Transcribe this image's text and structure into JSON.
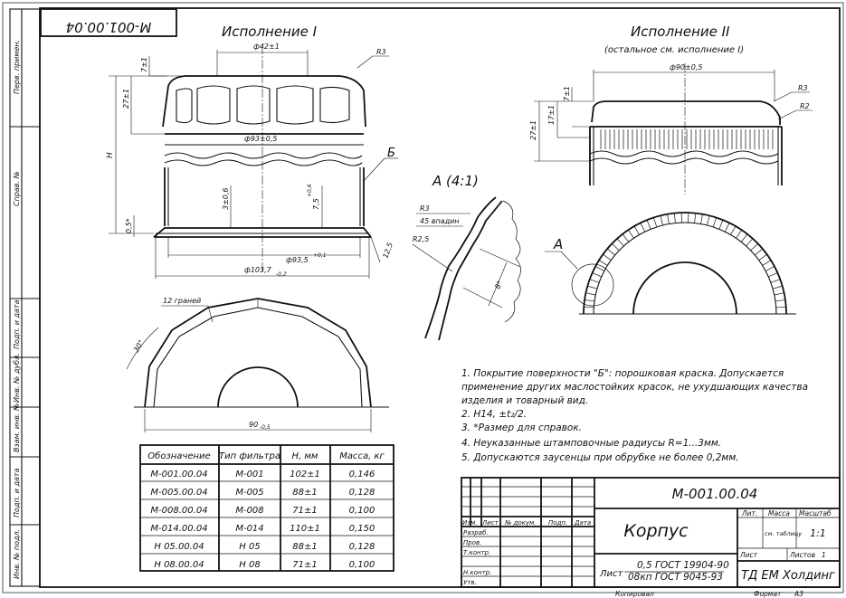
{
  "doc_code": "М-001.00.04",
  "doc_code_top": "М-001.00.04",
  "views": {
    "v1_title": "Исполнение I",
    "v2_title": "Исполнение II",
    "v2_subtitle": "(остальное см. исполнение I)",
    "detail_title": "А (4:1)",
    "detail_marker": "А",
    "marker_b": "Б"
  },
  "dims_v1": {
    "d_top": "ф42±1",
    "r_top": "R3",
    "d_hex": "ф93±0,5",
    "h_7": "7±1",
    "h_27": "27±1",
    "h_total": "H",
    "h_05": "0,5*",
    "h_3": "3±0,6",
    "h_75": "7,5",
    "h_75_tol": "+0,6",
    "d_935": "ф93,5",
    "d_935_tol": "+0,1",
    "h_125": "12,5",
    "d_1037": "ф103,7",
    "d_1037_tol": "-0,2"
  },
  "dims_v2": {
    "d_90": "ф90±0,5",
    "r3": "R3",
    "r2": "R2",
    "h_7": "7±1",
    "h_17": "17±1",
    "h_27": "27±1"
  },
  "dims_detail": {
    "r3": "R3",
    "flutes": "45 впадин",
    "r25": "R2,5",
    "w8": "8*"
  },
  "dims_bottom": {
    "faces": "12 граней",
    "angle": "30°",
    "w90": "90",
    "w90_tol": "-0,5"
  },
  "notes": [
    "1. Покрытие поверхности \"Б\": порошковая краска. Допускается",
    "применение других маслостойких красок, не ухудшающих качества",
    "изделия и товарный вид.",
    "2. H14, ±t₂/2.",
    "3. *Размер для справок.",
    "4. Неуказанные штамповочные радиусы R=1...3мм.",
    "5. Допускаются заусенцы при обрубке не более 0,2мм."
  ],
  "table": {
    "headers": [
      "Обозначение",
      "Тип фильтра",
      "H, мм",
      "Масса, кг"
    ],
    "rows": [
      [
        "М-001.00.04",
        "М-001",
        "102±1",
        "0,146"
      ],
      [
        "М-005.00.04",
        "М-005",
        "88±1",
        "0,128"
      ],
      [
        "М-008.00.04",
        "М-008",
        "71±1",
        "0,100"
      ],
      [
        "М-014.00.04",
        "М-014",
        "110±1",
        "0,150"
      ],
      [
        "Н 05.00.04",
        "Н 05",
        "88±1",
        "0,128"
      ],
      [
        "Н 08.00.04",
        "Н 08",
        "71±1",
        "0,100"
      ]
    ]
  },
  "side_stamps": [
    "Перв. примен.",
    "Справ. №",
    "Подп. и дата",
    "Инв. № дубл.",
    "Взам. инв. №",
    "Подп. и дата",
    "Инв. № подл."
  ],
  "title_block": {
    "code": "М-001.00.04",
    "name": "Корпус",
    "material_line1": "0,5 ГОСТ 19904-90",
    "material_line2": "08кп ГОСТ 9045-93",
    "material_prefix": "Лист",
    "h_lit": "Лит.",
    "h_mass": "Масса",
    "h_scale": "Масштаб",
    "mass_val": "см. таблицу",
    "scale_val": "1:1",
    "h_sheet": "Лист",
    "h_sheets": "Листов",
    "sheets_val": "1",
    "org": "ТД ЕМ Холдинг",
    "col_izm": "Изм.",
    "col_list": "Лист",
    "col_doc": "№ докум.",
    "col_sign": "Подп.",
    "col_date": "Дата",
    "r_razrab": "Разраб.",
    "r_prov": "Пров.",
    "r_tkontr": "Т.контр.",
    "r_nkontr": "Н.контр.",
    "r_utv": "Утв.",
    "copied": "Копировал",
    "format": "Формат",
    "format_val": "А3"
  }
}
